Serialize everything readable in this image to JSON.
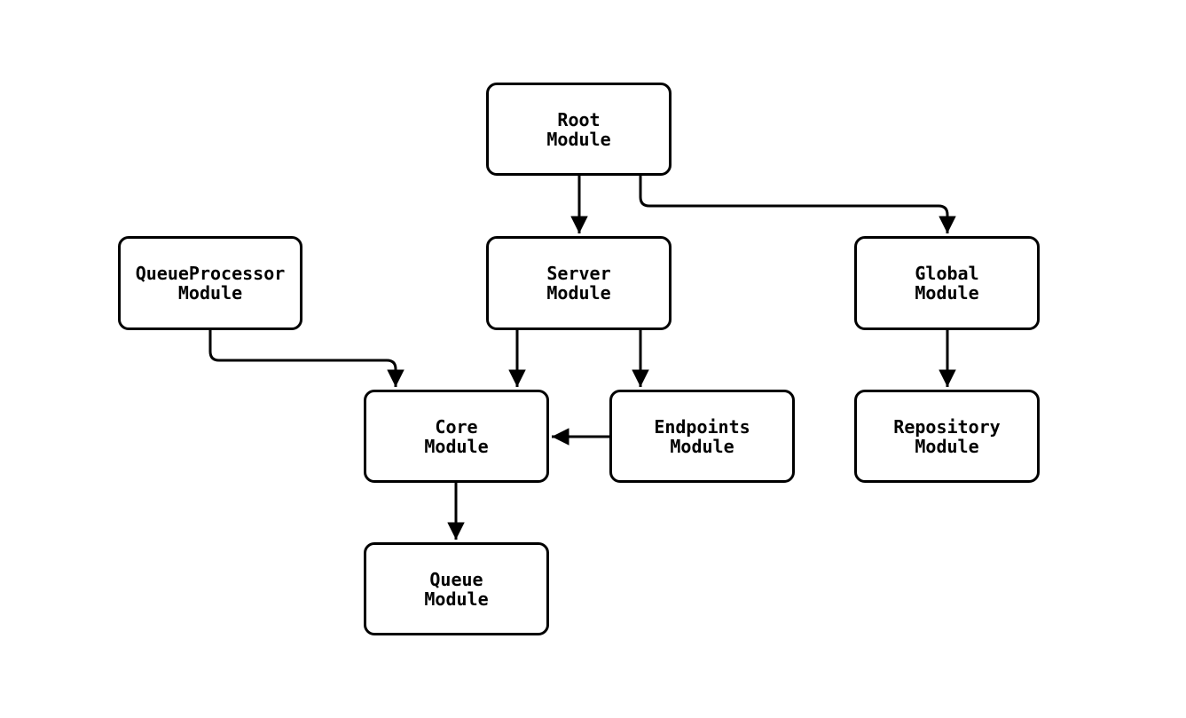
{
  "diagram": {
    "type": "module-dependency-graph",
    "colors": {
      "background": "#ffffff",
      "stroke": "#000000",
      "text": "#000000",
      "node_fill": "#ffffff"
    },
    "nodes": [
      {
        "id": "root",
        "label": "Root\nModule"
      },
      {
        "id": "queueprocessor",
        "label": "QueueProcessor\nModule"
      },
      {
        "id": "server",
        "label": "Server\nModule"
      },
      {
        "id": "global",
        "label": "Global\nModule"
      },
      {
        "id": "core",
        "label": "Core\nModule"
      },
      {
        "id": "endpoints",
        "label": "Endpoints\nModule"
      },
      {
        "id": "repository",
        "label": "Repository\nModule"
      },
      {
        "id": "queue",
        "label": "Queue\nModule"
      }
    ],
    "edges": [
      {
        "from": "root",
        "to": "server"
      },
      {
        "from": "root",
        "to": "global"
      },
      {
        "from": "queueprocessor",
        "to": "core"
      },
      {
        "from": "server",
        "to": "core"
      },
      {
        "from": "server",
        "to": "endpoints"
      },
      {
        "from": "endpoints",
        "to": "core"
      },
      {
        "from": "global",
        "to": "repository"
      },
      {
        "from": "core",
        "to": "queue"
      }
    ]
  }
}
